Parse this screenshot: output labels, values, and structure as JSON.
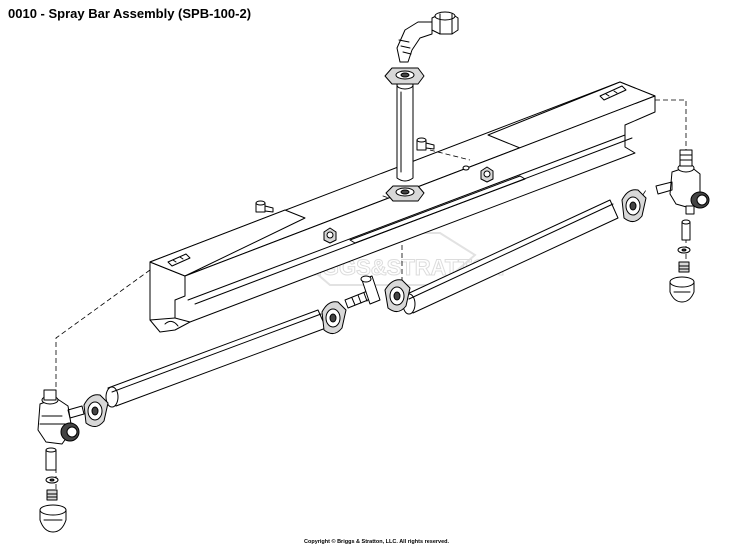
{
  "title": "0010 - Spray Bar Assembly (SPB-100-2)",
  "copyright": "Copyright © Briggs & Stratton, LLC. All rights reserved.",
  "watermark": "BRIGGS&STRATTON",
  "icons": {
    "logo": "briggs-stratton-watermark"
  }
}
